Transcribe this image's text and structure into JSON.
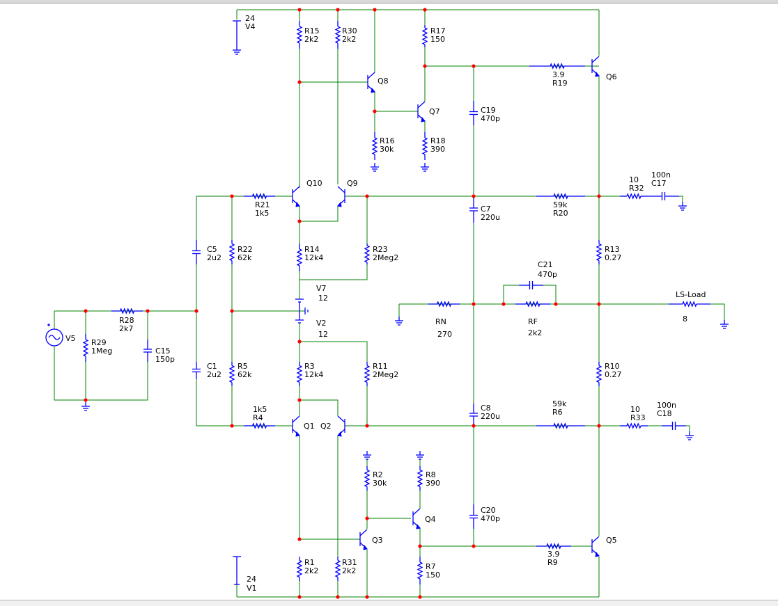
{
  "schematic": {
    "components": [
      {
        "id": "v4",
        "ref": "V4",
        "value": "24"
      },
      {
        "id": "v1",
        "ref": "V1",
        "value": "24"
      },
      {
        "id": "v5",
        "ref": "V5",
        "value": ""
      },
      {
        "id": "v7",
        "ref": "V7",
        "value": "12"
      },
      {
        "id": "v2",
        "ref": "V2",
        "value": "12"
      },
      {
        "id": "r15",
        "ref": "R15",
        "value": "2k2"
      },
      {
        "id": "r30",
        "ref": "R30",
        "value": "2k2"
      },
      {
        "id": "r17",
        "ref": "R17",
        "value": "150"
      },
      {
        "id": "r16",
        "ref": "R16",
        "value": "30k"
      },
      {
        "id": "r18",
        "ref": "R18",
        "value": "390"
      },
      {
        "id": "r19",
        "ref": "R19",
        "value": "3.9"
      },
      {
        "id": "r21",
        "ref": "R21",
        "value": "1k5"
      },
      {
        "id": "r22",
        "ref": "R22",
        "value": "62k"
      },
      {
        "id": "r14",
        "ref": "R14",
        "value": "12k4"
      },
      {
        "id": "r23",
        "ref": "R23",
        "value": "2Meg2"
      },
      {
        "id": "r20",
        "ref": "R20",
        "value": "59k"
      },
      {
        "id": "r32",
        "ref": "R32",
        "value": "10"
      },
      {
        "id": "r13",
        "ref": "R13",
        "value": "0.27"
      },
      {
        "id": "r28",
        "ref": "R28",
        "value": "2k7"
      },
      {
        "id": "r29",
        "ref": "R29",
        "value": "1Meg"
      },
      {
        "id": "rn",
        "ref": "RN",
        "value": "270"
      },
      {
        "id": "rf",
        "ref": "RF",
        "value": "2k2"
      },
      {
        "id": "ls",
        "ref": "LS-Load",
        "value": "8"
      },
      {
        "id": "r5",
        "ref": "R5",
        "value": "62k"
      },
      {
        "id": "r3",
        "ref": "R3",
        "value": "12k4"
      },
      {
        "id": "r11",
        "ref": "R11",
        "value": "2Meg2"
      },
      {
        "id": "r10",
        "ref": "R10",
        "value": "0.27"
      },
      {
        "id": "r4",
        "ref": "R4",
        "value": "1k5"
      },
      {
        "id": "r6",
        "ref": "R6",
        "value": "59k"
      },
      {
        "id": "r33",
        "ref": "R33",
        "value": "10"
      },
      {
        "id": "r2",
        "ref": "R2",
        "value": "30k"
      },
      {
        "id": "r8",
        "ref": "R8",
        "value": "390"
      },
      {
        "id": "r9",
        "ref": "R9",
        "value": "3.9"
      },
      {
        "id": "r1",
        "ref": "R1",
        "value": "2k2"
      },
      {
        "id": "r31",
        "ref": "R31",
        "value": "2k2"
      },
      {
        "id": "r7",
        "ref": "R7",
        "value": "150"
      },
      {
        "id": "c19",
        "ref": "C19",
        "value": "470p"
      },
      {
        "id": "c7",
        "ref": "C7",
        "value": "220u"
      },
      {
        "id": "c17",
        "ref": "C17",
        "value": "100n"
      },
      {
        "id": "c5",
        "ref": "C5",
        "value": "2u2"
      },
      {
        "id": "c21",
        "ref": "C21",
        "value": "470p"
      },
      {
        "id": "c15",
        "ref": "C15",
        "value": "150p"
      },
      {
        "id": "c1",
        "ref": "C1",
        "value": "2u2"
      },
      {
        "id": "c8",
        "ref": "C8",
        "value": "220u"
      },
      {
        "id": "c18",
        "ref": "C18",
        "value": "100n"
      },
      {
        "id": "c20",
        "ref": "C20",
        "value": "470p"
      },
      {
        "id": "q8",
        "ref": "Q8",
        "value": ""
      },
      {
        "id": "q7",
        "ref": "Q7",
        "value": ""
      },
      {
        "id": "q6",
        "ref": "Q6",
        "value": ""
      },
      {
        "id": "q10",
        "ref": "Q10",
        "value": ""
      },
      {
        "id": "q9",
        "ref": "Q9",
        "value": ""
      },
      {
        "id": "q1",
        "ref": "Q1",
        "value": ""
      },
      {
        "id": "q2",
        "ref": "Q2",
        "value": ""
      },
      {
        "id": "q4",
        "ref": "Q4",
        "value": ""
      },
      {
        "id": "q3",
        "ref": "Q3",
        "value": ""
      },
      {
        "id": "q5",
        "ref": "Q5",
        "value": ""
      }
    ],
    "colors": {
      "wire": "#008000",
      "component": "#0000ff",
      "node": "#ff0000",
      "label": "#000000"
    }
  }
}
